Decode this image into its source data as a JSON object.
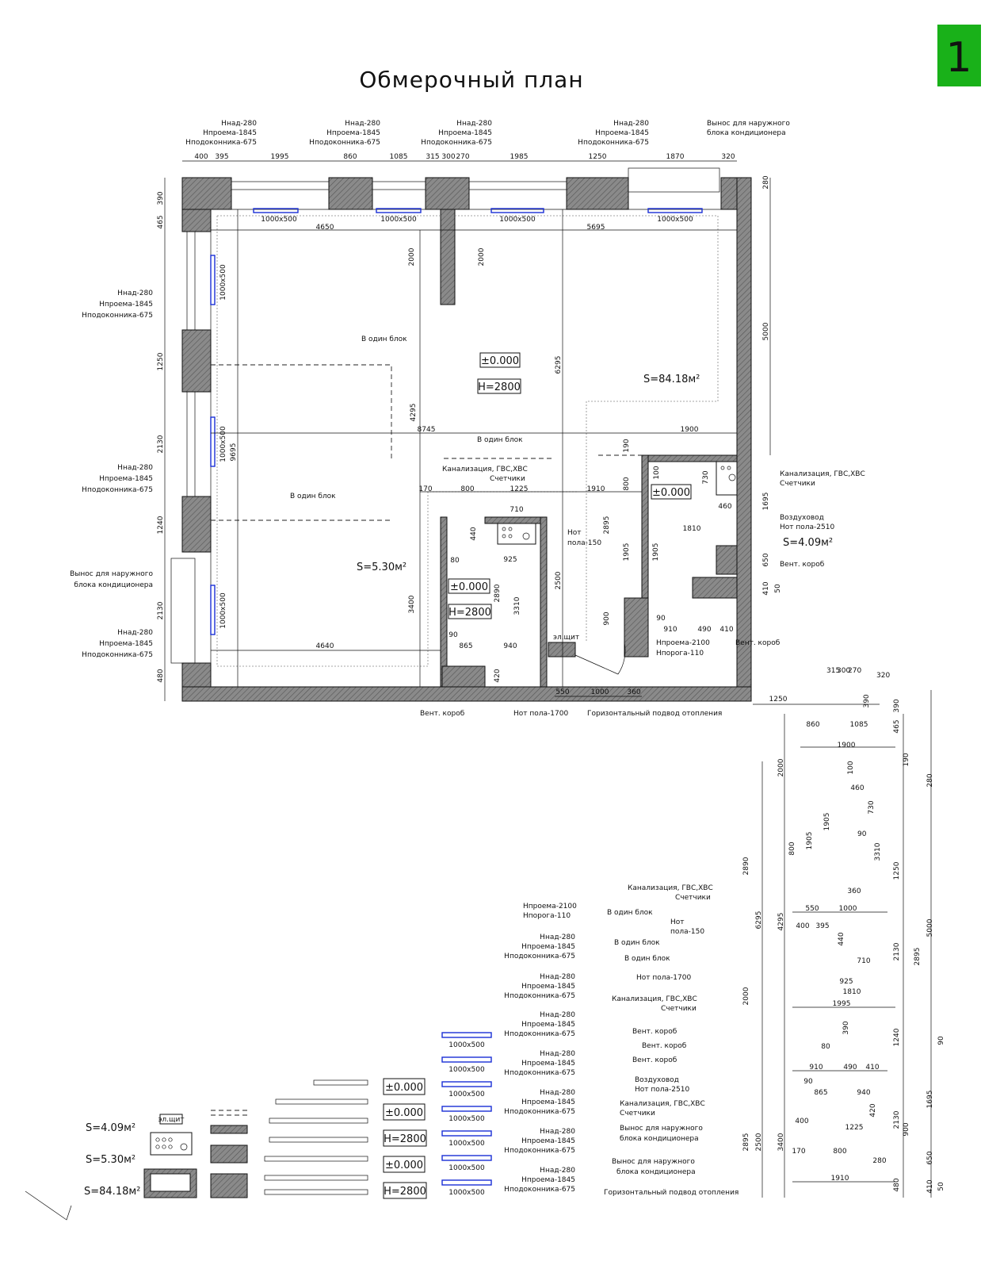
{
  "page_number": "1",
  "page_number_bg": "#19b119",
  "title": "Обмерочный план",
  "window_markers": [
    {
      "l1": "Нпроема-2100",
      "l2": "Нпорога-110"
    },
    {
      "l1": "Ннад-280",
      "l2": "Нпроема-1845",
      "l3": "Нподоконника-675"
    }
  ],
  "labels": {
    "one_block": "В один блок",
    "canal": "Канализация, ГВС,ХВС",
    "counters": "Счетчики",
    "hot": "Нот",
    "floor150": "пола-150",
    "hot1700": "Нот пола-1700",
    "vent": "Вент. короб",
    "duct": "Воздуховод",
    "duct_h": "Нот пола-2510",
    "ac1": "Вынос для наружного",
    "ac2": "блока кондиционера",
    "heating": "Горизонтальный подвод отопления",
    "panel": "эл.щит",
    "level": "±0.000",
    "height": "H=2800",
    "window": "1000х500",
    "area_big": "S=84.18м²",
    "area_mid": "S=5.30м²",
    "area_small": "S=4.09м²"
  },
  "top_dims": [
    "400",
    "395",
    "1995",
    "860",
    "1085",
    "315",
    "300",
    "270",
    "1985",
    "1250",
    "1870",
    "320"
  ],
  "inner_dims": [
    "4650",
    "5695",
    "8745",
    "1900",
    "4640",
    "4295",
    "6295",
    "9695",
    "5000",
    "2000",
    "2000",
    "1250",
    "2130",
    "1240",
    "2130",
    "465",
    "390",
    "480",
    "280"
  ],
  "bath_dims": [
    "170",
    "800",
    "1225",
    "1910",
    "710",
    "440",
    "925",
    "80",
    "2890",
    "3310",
    "3400",
    "2500",
    "90",
    "865",
    "940",
    "420",
    "550",
    "1000",
    "360",
    "2895",
    "1905",
    "1905",
    "800",
    "900",
    "100",
    "730",
    "460",
    "1810",
    "650",
    "410",
    "50",
    "910",
    "490",
    "410",
    "90",
    "190",
    "1695"
  ],
  "legend_side_dims": [
    "2890",
    "6295",
    "2000",
    "2895",
    "2500",
    "3400",
    "4295",
    "2000",
    "2130",
    "1250",
    "1240",
    "2130",
    "5000",
    "2895",
    "1695",
    "900",
    "650",
    "410",
    "50",
    "480",
    "90",
    "190",
    "280",
    "390",
    "465",
    "390"
  ]
}
